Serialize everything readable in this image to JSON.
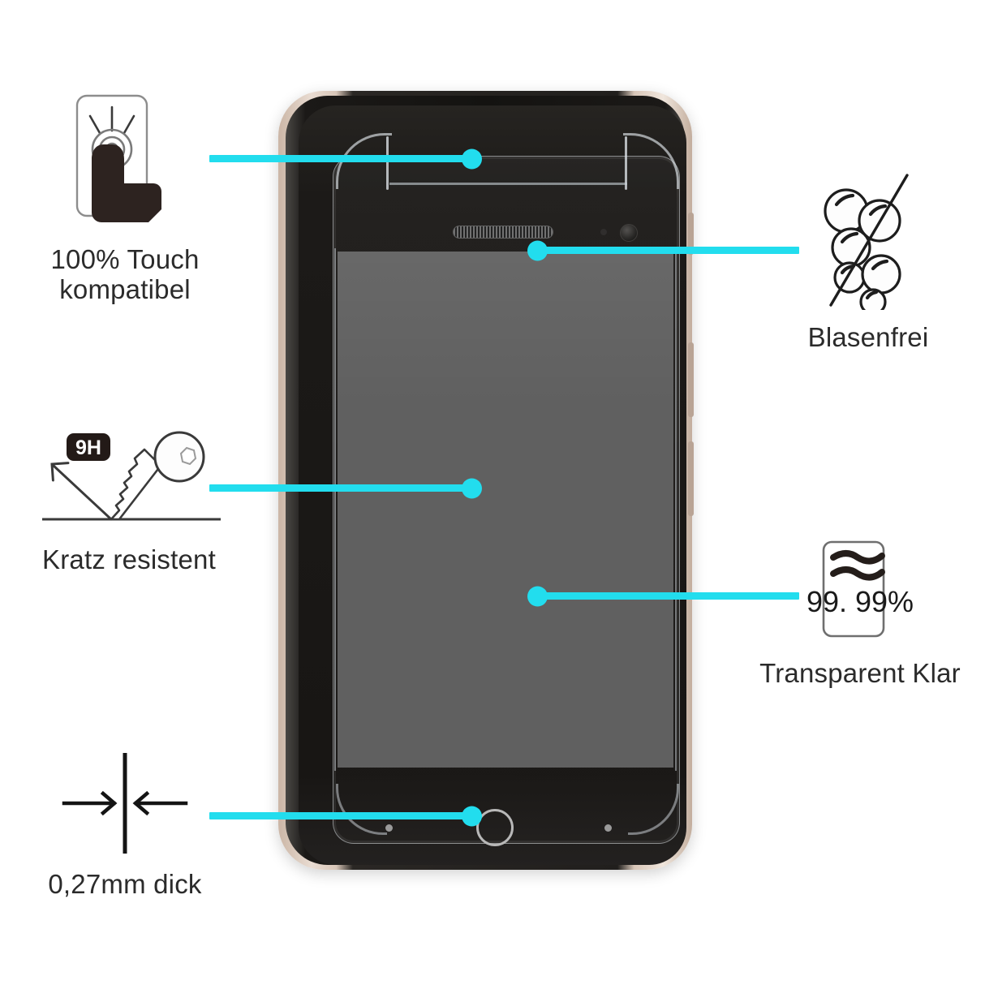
{
  "product": {
    "title": "Tempered glass screen protector feature infographic",
    "accent_color": "#22DDEE",
    "text_color": "#2b2b2b"
  },
  "features": [
    {
      "id": "touch",
      "icon": "touch-hand-icon",
      "label": "100% Touch\nkompatibel",
      "side": "left"
    },
    {
      "id": "scratch",
      "icon": "key-scratch-9h-icon",
      "label": "Kratz resistent",
      "badge": "9H",
      "side": "left"
    },
    {
      "id": "thickness",
      "icon": "thickness-arrows-icon",
      "label": "0,27mm dick",
      "side": "left"
    },
    {
      "id": "bubblefree",
      "icon": "no-bubbles-icon",
      "label": "Blasenfrei",
      "side": "right"
    },
    {
      "id": "clarity",
      "icon": "transparency-card-icon",
      "label": "Transparent Klar",
      "value": "99. 99%",
      "side": "right"
    }
  ],
  "phone": {
    "name": "smartphone-mockup",
    "earpiece": "earpiece-grille",
    "camera": "front-camera",
    "home_button": "home-button",
    "screen_color": "#606060",
    "frame_color": "#1a1815",
    "rail_color": "#d8c6b8"
  },
  "connectors": [
    {
      "id": "conn-touch",
      "from": "touch",
      "dot_side": "right"
    },
    {
      "id": "conn-bubble",
      "from": "bubblefree",
      "dot_side": "left"
    },
    {
      "id": "conn-scratch",
      "from": "scratch",
      "dot_side": "right"
    },
    {
      "id": "conn-clear",
      "from": "clarity",
      "dot_side": "left"
    },
    {
      "id": "conn-thick",
      "from": "thickness",
      "dot_side": "right"
    }
  ]
}
